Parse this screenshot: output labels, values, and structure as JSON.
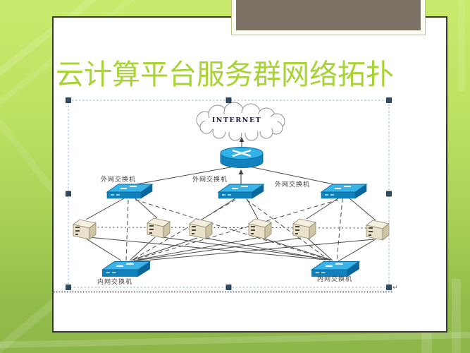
{
  "slide": {
    "title": "云计算平台服务群网络拓扑"
  },
  "network_diagram": {
    "internet_label": "INTERNET",
    "external_switch_label": "外网交换机",
    "internal_switch_label": "内网交换机",
    "return_mark": "↵"
  },
  "colors": {
    "title_green": "#a8d335",
    "background_top": "#c9ea6c",
    "background_bottom": "#8cb647",
    "banner_gray": "#7b7265",
    "device_blue_top": "#3ab4e8",
    "device_blue_front": "#1081bb",
    "server_beige": "#e9e1c9",
    "line_gray": "#4a4a4a",
    "selection_border_blue": "#95b3d3",
    "selection_handle_navy": "#2e4d68"
  }
}
